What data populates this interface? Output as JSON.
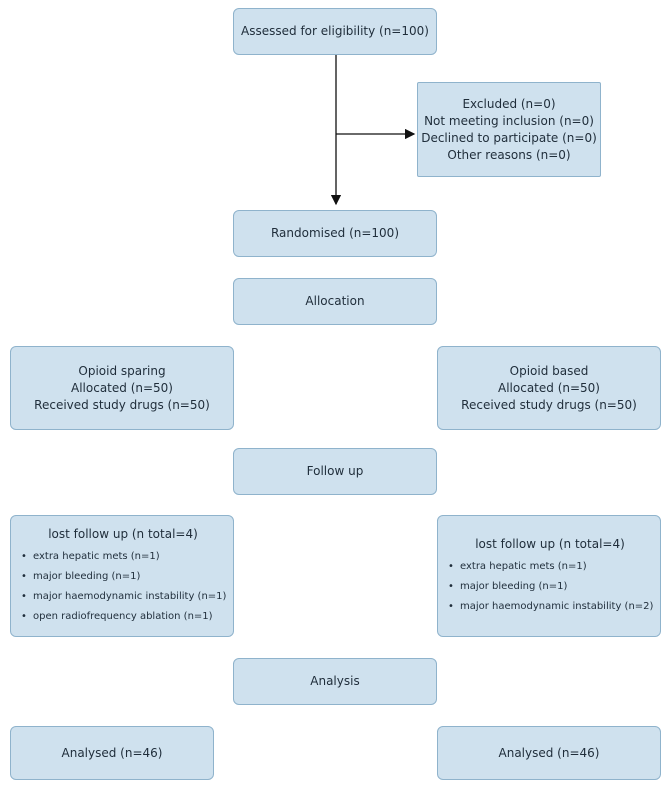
{
  "assessed": "Assessed for eligibility (n=100)",
  "excluded": {
    "title": "Excluded (n=0)",
    "lines": [
      "Not meeting inclusion (n=0)",
      "Declined to participate (n=0)",
      "Other reasons (n=0)"
    ]
  },
  "randomised": "Randomised (n=100)",
  "allocation": "Allocation",
  "arm_left": {
    "name": "Opioid sparing",
    "allocated": "Allocated (n=50)",
    "received": "Received study drugs (n=50)",
    "lost_title": "lost follow up (n total=4)",
    "lost_items": [
      "extra hepatic mets (n=1)",
      "major bleeding (n=1)",
      "major haemodynamic instability (n=1)",
      "open radiofrequency ablation (n=1)"
    ],
    "analysed": "Analysed (n=46)"
  },
  "arm_right": {
    "name": "Opioid based",
    "allocated": "Allocated (n=50)",
    "received": "Received study drugs (n=50)",
    "lost_title": "lost follow up (n total=4)",
    "lost_items": [
      "extra hepatic mets (n=1)",
      "major bleeding (n=1)",
      "major haemodynamic instability (n=2)"
    ],
    "analysed": "Analysed (n=46)"
  },
  "follow_up": "Follow up",
  "analysis": "Analysis"
}
